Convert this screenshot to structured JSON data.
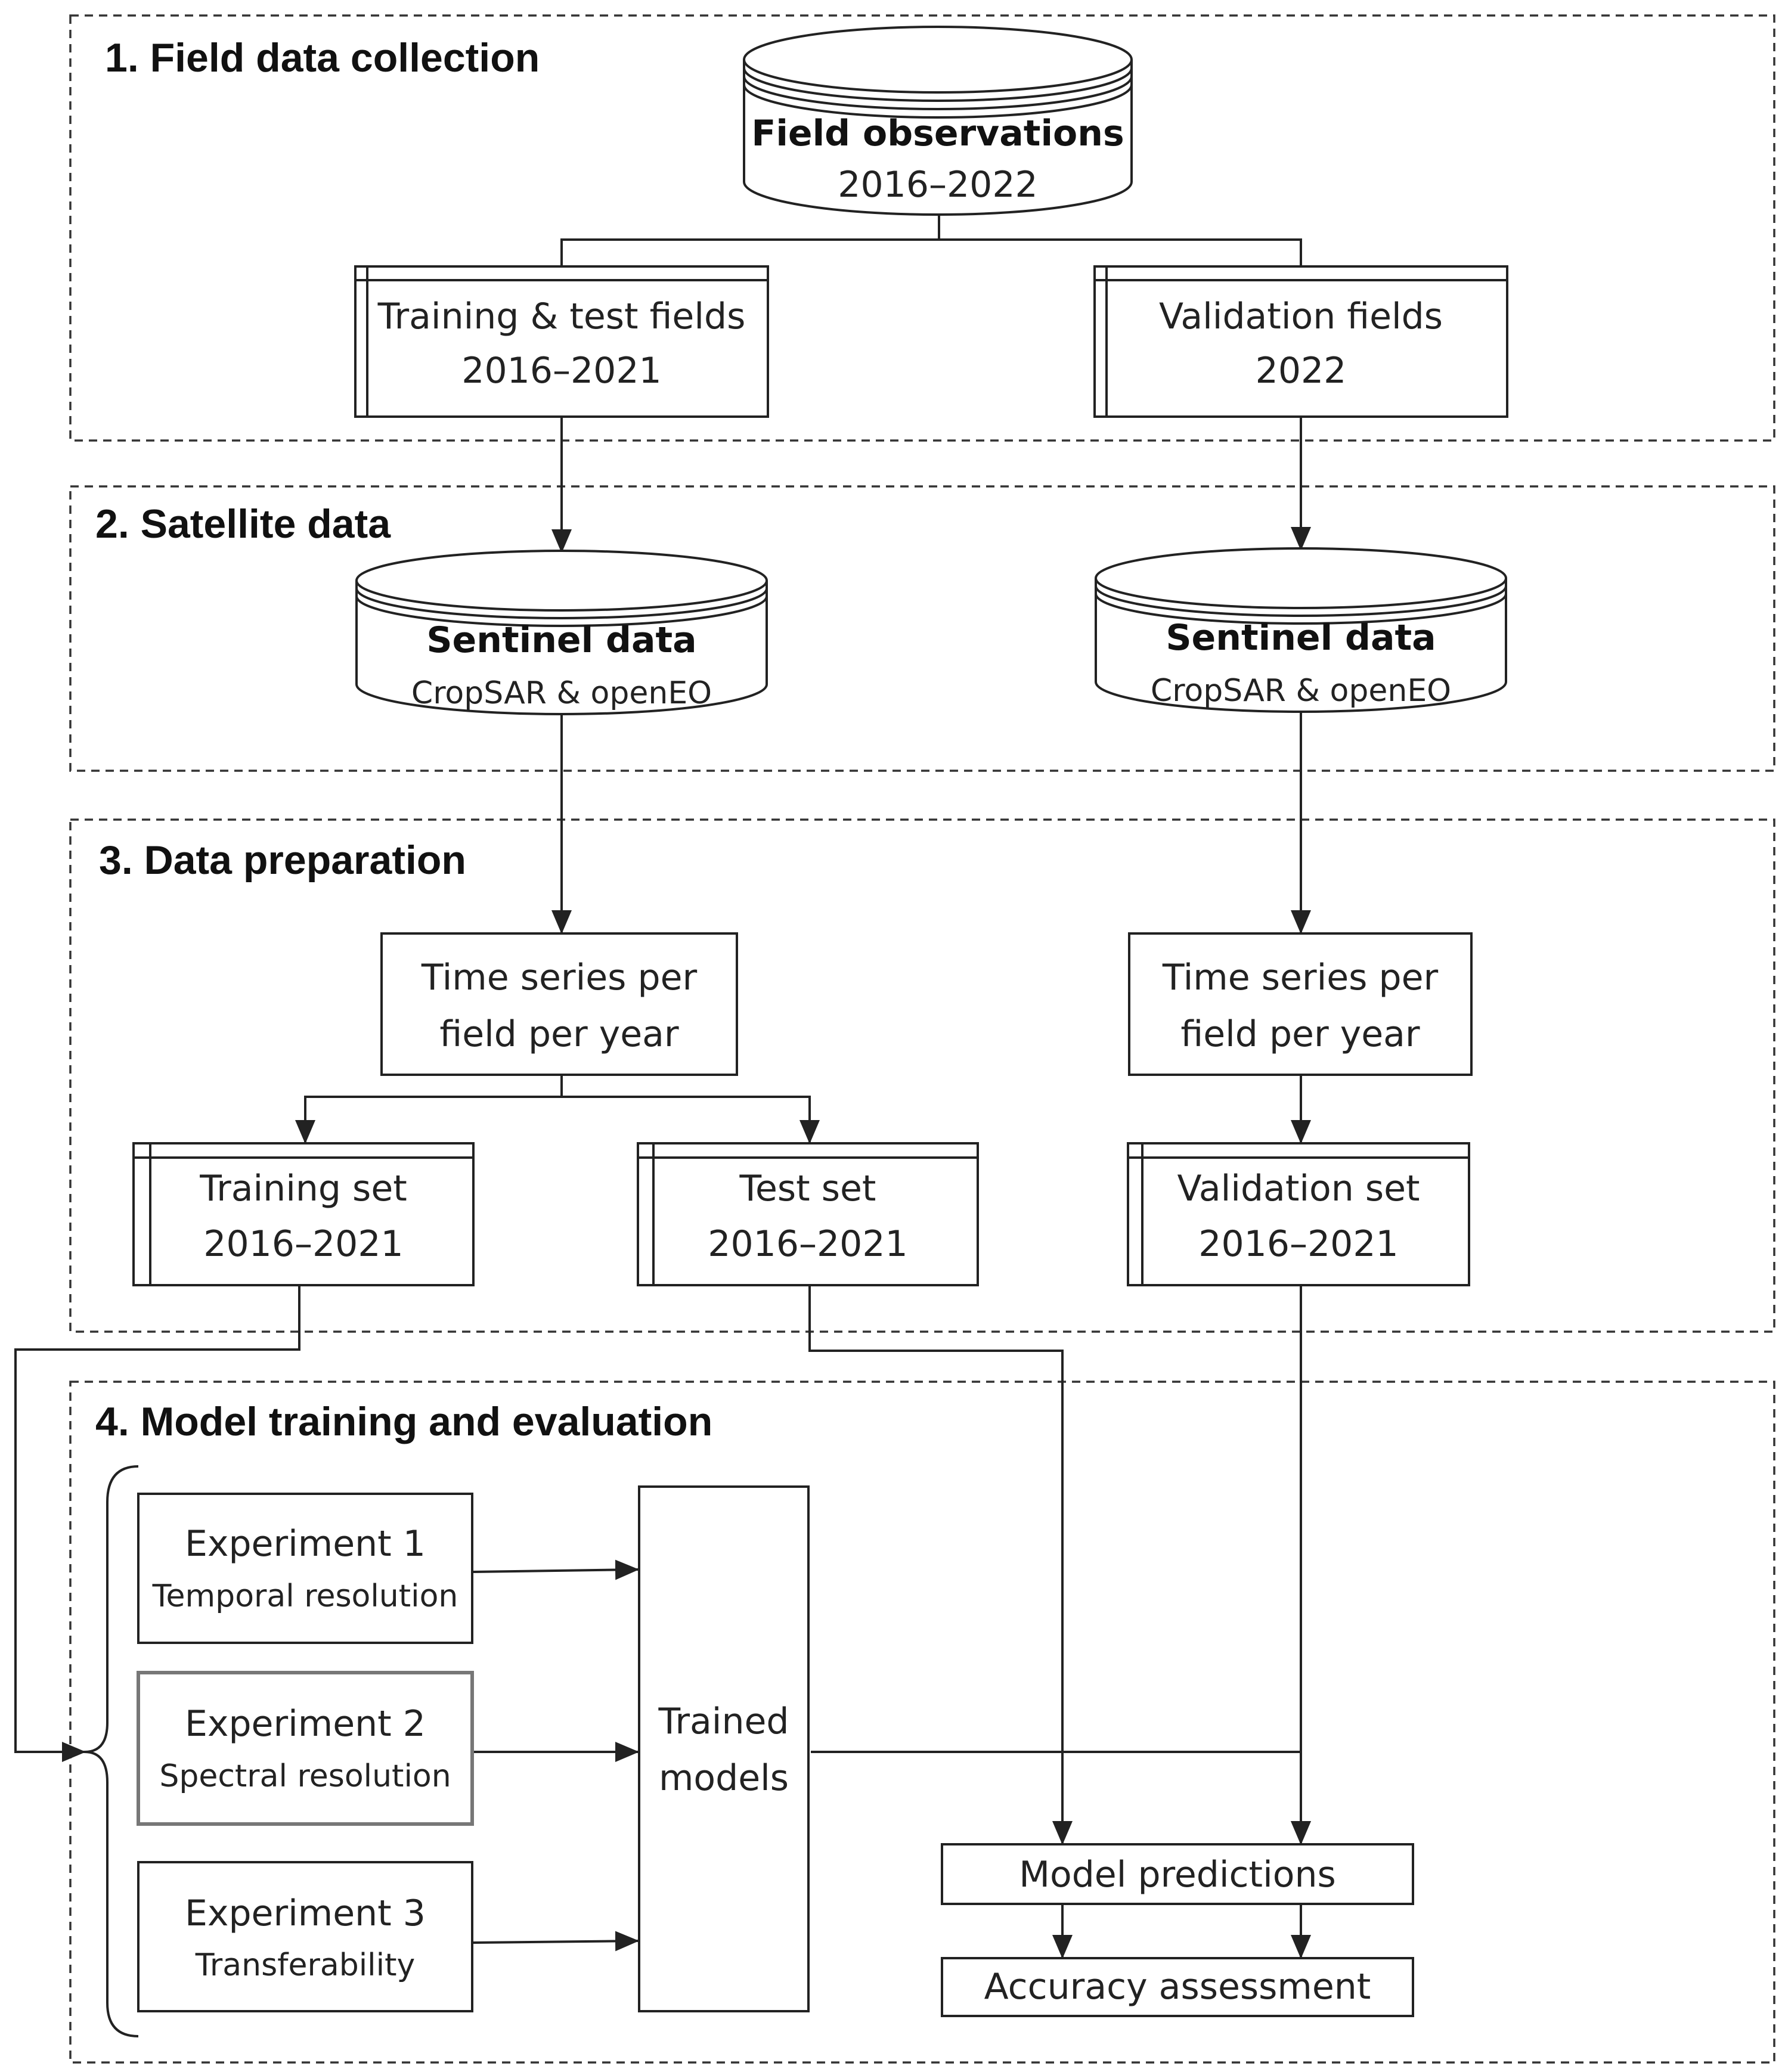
{
  "sections": {
    "s1": "1. Field data collection",
    "s2": "2. Satellite data",
    "s3": "3. Data preparation",
    "s4": "4. Model training and evaluation"
  },
  "field_observations": {
    "title": "Field observations",
    "years": "2016–2022"
  },
  "training_test_fields": {
    "line1": "Training & test fields",
    "line2": "2016–2021"
  },
  "validation_fields": {
    "line1": "Validation fields",
    "line2": "2022"
  },
  "sentinel_left": {
    "title": "Sentinel data",
    "sub": "CropSAR & openEO"
  },
  "sentinel_right": {
    "title": "Sentinel data",
    "sub": "CropSAR & openEO"
  },
  "timeseries_left": {
    "line1": "Time series per",
    "line2": "field per year"
  },
  "timeseries_right": {
    "line1": "Time series per",
    "line2": "field per year"
  },
  "training_set": {
    "line1": "Training set",
    "line2": "2016–2021"
  },
  "test_set": {
    "line1": "Test set",
    "line2": "2016–2021"
  },
  "validation_set": {
    "line1": "Validation set",
    "line2": "2016–2021"
  },
  "experiment1": {
    "title": "Experiment 1",
    "sub": "Temporal resolution"
  },
  "experiment2": {
    "title": "Experiment 2",
    "sub": "Spectral resolution"
  },
  "experiment3": {
    "title": "Experiment 3",
    "sub": "Transferability"
  },
  "trained_models": {
    "line1": "Trained",
    "line2": "models"
  },
  "model_predictions": "Model predictions",
  "accuracy_assessment": "Accuracy assessment"
}
